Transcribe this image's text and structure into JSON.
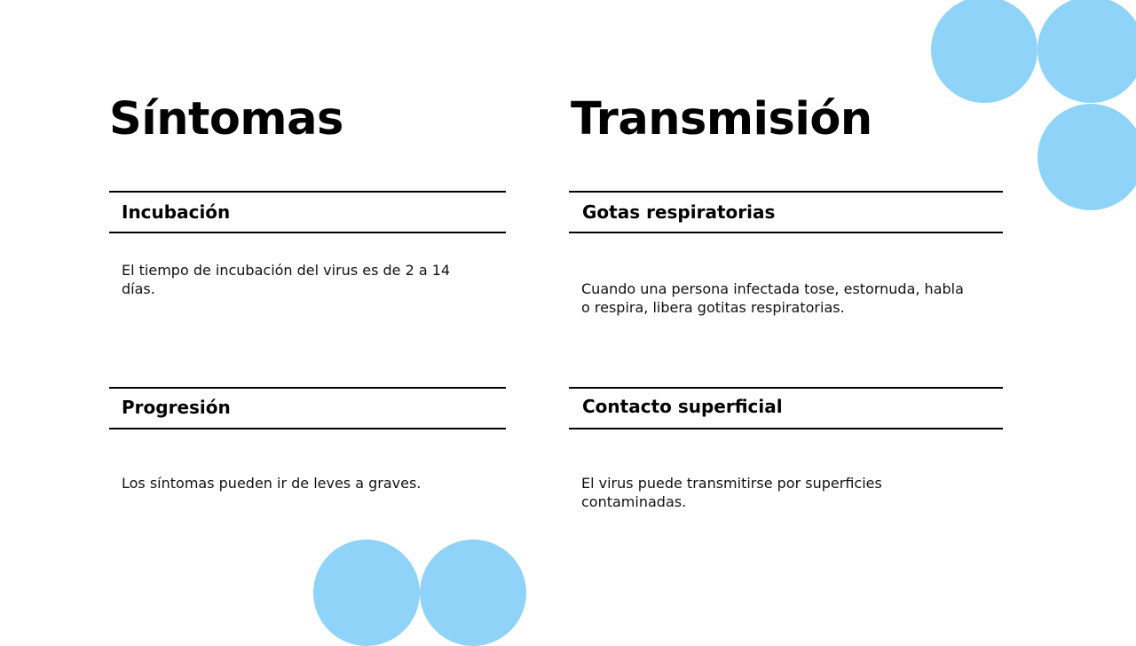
{
  "colors": {
    "accent": "#8fd3f8",
    "text": "#000000",
    "background": "#ffffff"
  },
  "columns": [
    {
      "title": "Síntomas",
      "sections": [
        {
          "heading": "Incubación",
          "text": "El tiempo de incubación del virus es de 2 a 14 días."
        },
        {
          "heading": "Progresión",
          "text": "Los síntomas pueden ir de leves a graves."
        }
      ]
    },
    {
      "title": "Transmisión",
      "sections": [
        {
          "heading": "Gotas respiratorias",
          "text": "Cuando una persona infectada tose, estornuda, habla o respira, libera gotitas respiratorias."
        },
        {
          "heading": "Contacto superficial",
          "text": "El virus puede transmitirse por superficies contaminadas."
        }
      ]
    }
  ]
}
